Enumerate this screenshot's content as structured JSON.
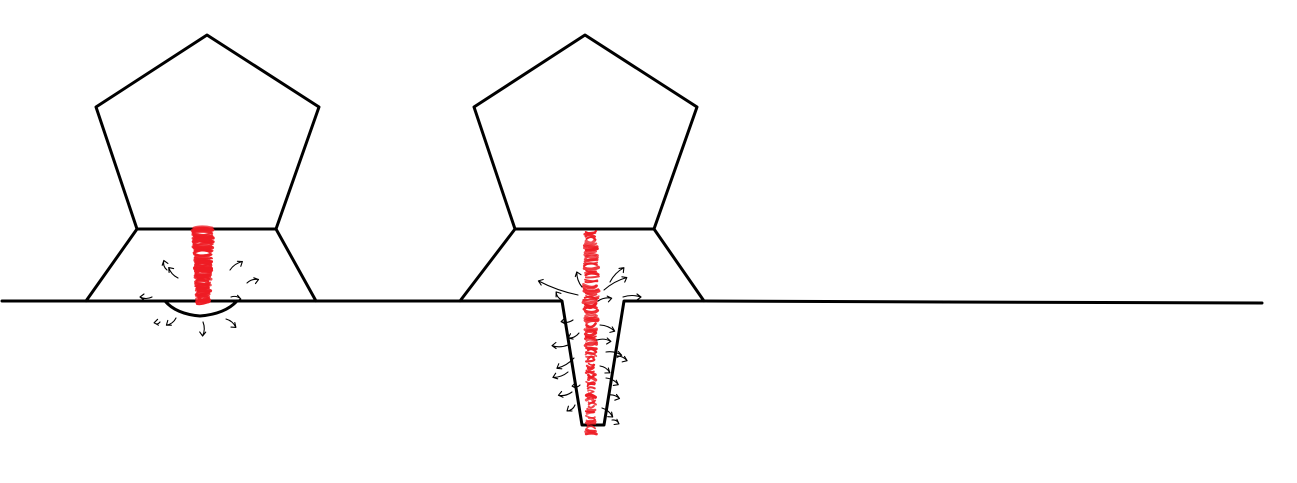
{
  "diagram": {
    "figures": [
      {
        "name": "shallow-crater-probe",
        "head": "pentagon",
        "base": "trapezoid",
        "cut": "shallow-dish",
        "heat_trail": "short"
      },
      {
        "name": "deep-cone-probe",
        "head": "pentagon",
        "base": "trapezoid",
        "cut": "deep-narrow-cone",
        "heat_trail": "long"
      }
    ],
    "colors": {
      "line": "#000000",
      "heat": "#ee1c24",
      "background": "#ffffff"
    }
  }
}
